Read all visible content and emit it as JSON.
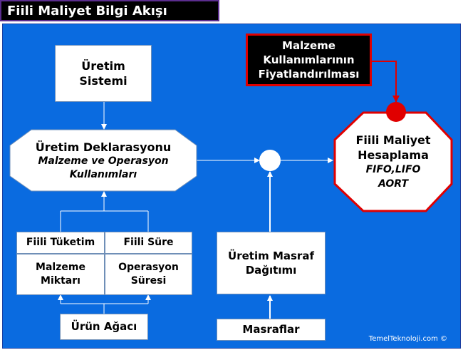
{
  "title": "Fiili Maliyet Bilgi Akışı",
  "nodes": {
    "uretim_sistemi": {
      "line1": "Üretim",
      "line2": "Sistemi"
    },
    "deklarasyon": {
      "title": "Üretim Deklarasyonu",
      "sub1": "Malzeme ve Operasyon",
      "sub2": "Kullanımları"
    },
    "fiili_tuketim": "Fiili Tüketim",
    "fiili_sure": "Fiili Süre",
    "malzeme_miktari": {
      "line1": "Malzeme",
      "line2": "Miktarı"
    },
    "operasyon_suresi": {
      "line1": "Operasyon",
      "line2": "Süresi"
    },
    "urun_agaci": "Ürün Ağacı",
    "masraf_dagitimi": {
      "line1": "Üretim Masraf",
      "line2": "Dağıtımı"
    },
    "masraflar": "Masraflar",
    "fiyatlandirma": {
      "line1": "Malzeme",
      "line2": "Kullanımlarının",
      "line3": "Fiyatlandırılması"
    },
    "fiili_maliyet": {
      "line1": "Fiili Maliyet",
      "line2": "Hesaplama",
      "line3": "FIFO,LIFO",
      "line4": "AORT"
    }
  },
  "footer": "TemelTeknoloji.com ©",
  "colors": {
    "panel": "#0a6be0",
    "accent_red": "#e00000",
    "title_bg": "#000000"
  }
}
